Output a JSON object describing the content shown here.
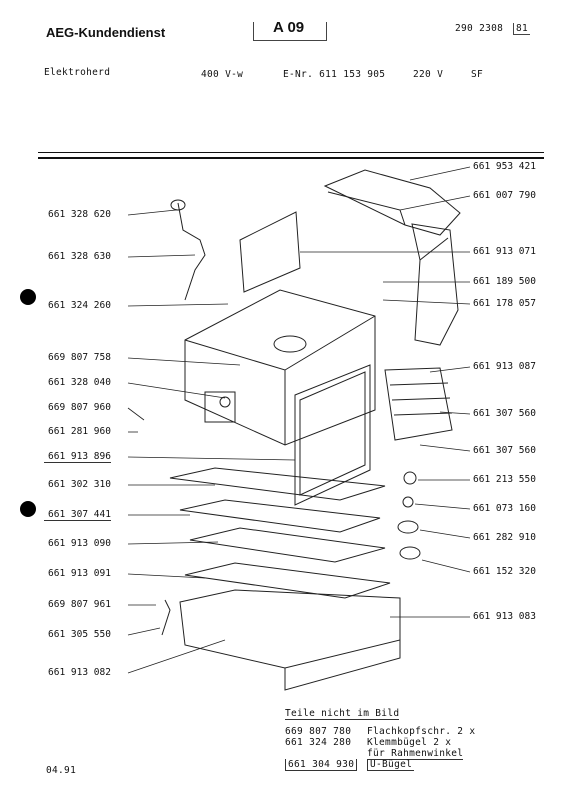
{
  "header": {
    "brand": "AEG-Kundendienst",
    "sheet_code": "A 09",
    "doc_number": "290 2308",
    "doc_suffix": "81",
    "product": "Elektroherd",
    "voltage_spec": "400 V-w",
    "e_nr": "E-Nr. 611 153 905",
    "voltage": "220 V",
    "variant": "SF"
  },
  "parts_left": [
    "661 328 620",
    "661 328 630",
    "661 324 260",
    "669 807 758",
    "661 328 040",
    "669 807 960",
    "661 281 960",
    "661 913 896",
    "661 302 310",
    "661 307 441",
    "661 913 090",
    "661 913 091",
    "669 807 961",
    "661 305 550",
    "661 913 082"
  ],
  "parts_right": [
    "661 953 421",
    "661 007 790",
    "661 913 071",
    "661 189 500",
    "661 178 057",
    "661 913 087",
    "661 307 560",
    "661 307 560",
    "661 213 550",
    "661 073 160",
    "661 282 910",
    "661 152 320",
    "661 913 083"
  ],
  "not_shown": {
    "title": "Teile nicht im Bild",
    "rows": [
      {
        "part": "669 807 780",
        "desc": "Flachkopfschr. 2 x"
      },
      {
        "part": "661 324 280",
        "desc": "Klemmbügel 2 x"
      },
      {
        "part": "",
        "desc": "für Rahmenwinkel"
      },
      {
        "part": "661 304 930",
        "desc": "U-Bügel"
      }
    ]
  },
  "footer": {
    "date": "04.91"
  }
}
